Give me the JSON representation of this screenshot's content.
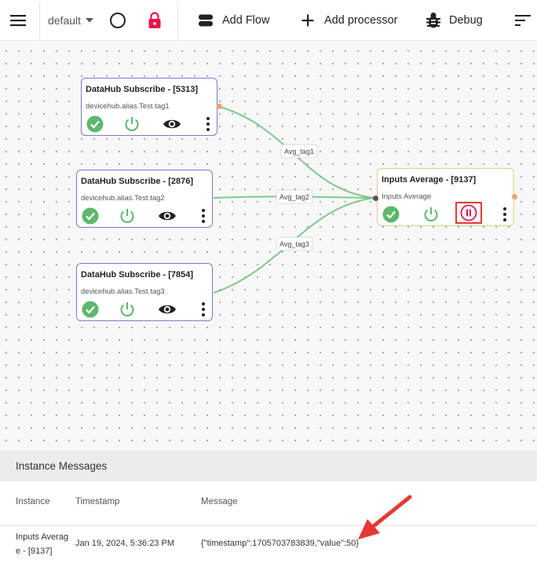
{
  "toolbar": {
    "flow_name": "default",
    "add_flow": "Add Flow",
    "add_processor": "Add processor",
    "debug": "Debug"
  },
  "colors": {
    "accent_red": "#e8164b",
    "ok_green": "#5cb86c",
    "node_border": "#7b77d6",
    "active_node_border": "#f0c58a",
    "wire": "#7fc98b",
    "highlight": "#e53935"
  },
  "nodes": [
    {
      "title": "DataHub Subscribe - [5313]",
      "subtitle": "devicehub.alias.Test.tag1"
    },
    {
      "title": "DataHub Subscribe - [2876]",
      "subtitle": "devicehub.alias.Test.tag2"
    },
    {
      "title": "DataHub Subscribe - [7854]",
      "subtitle": "devicehub.alias.Test.tag3"
    },
    {
      "title": "Inputs Average - [9137]",
      "subtitle": "Inputs Average"
    }
  ],
  "wires": [
    {
      "label": "Avg_tag1"
    },
    {
      "label": "Avg_tag2"
    },
    {
      "label": "Avg_tag3"
    }
  ],
  "messages": {
    "title": "Instance Messages",
    "columns": [
      "Instance",
      "Timestamp",
      "Message"
    ],
    "rows": [
      {
        "instance": "Inputs Average - [9137]",
        "timestamp": "Jan 19, 2024, 5:36:23 PM",
        "message": "{\"timestamp\":1705703783839,\"value\":50}"
      }
    ]
  }
}
